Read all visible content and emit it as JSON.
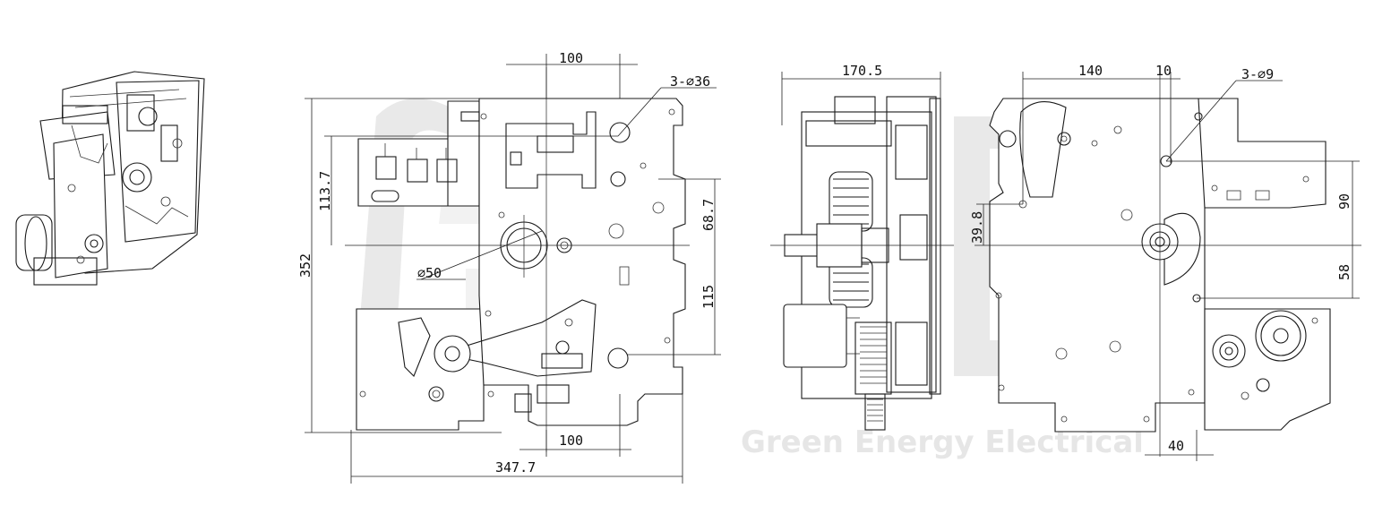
{
  "watermark": {
    "text": "Green Energy Electrical",
    "logo": "GEE"
  },
  "front_view": {
    "top_width": "100",
    "bottom_width": "100",
    "overall_width": "347.7",
    "overall_height": "352",
    "height_upper": "113.7",
    "hole_note": "3-∅36",
    "shaft_diameter": "∅50",
    "right_upper": "68.7",
    "right_lower": "115"
  },
  "side_view": {
    "width": "170.5"
  },
  "rear_view": {
    "top_width": "140",
    "offset": "10",
    "hole_note": "3-∅9",
    "left_height": "39.8",
    "right_upper": "90",
    "right_lower": "58",
    "bottom_width": "40"
  }
}
